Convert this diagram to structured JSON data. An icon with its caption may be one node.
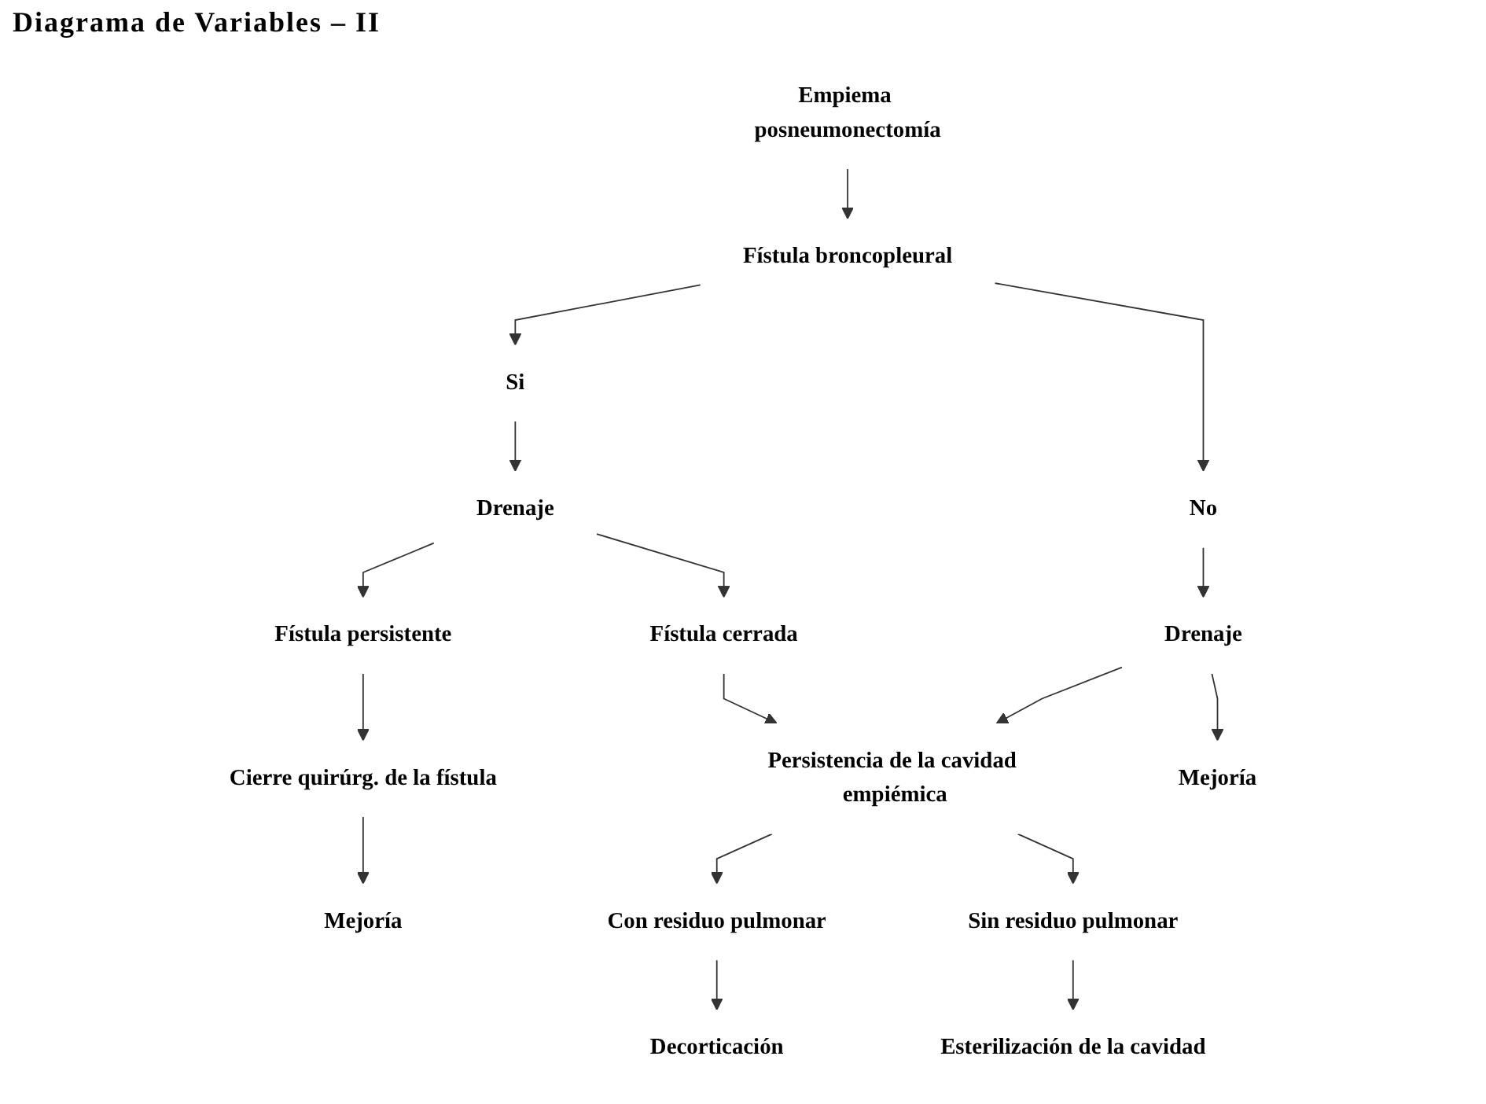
{
  "diagram": {
    "title": "Diagrama de Variables – II",
    "nodes": [
      {
        "text": [
          "Empiema posneumonectomía"
        ]
      },
      {
        "text": [
          "Fístula broncopleural"
        ]
      },
      {
        "text": [
          "Si"
        ]
      },
      {
        "text": [
          "No"
        ]
      },
      {
        "text": [
          "Drenaje"
        ]
      },
      {
        "text": [
          "Drenaje"
        ]
      },
      {
        "text": [
          "Fístula persistente"
        ]
      },
      {
        "text": [
          "Fístula cerrada"
        ]
      },
      {
        "text": [
          "Cierre quirúrg. de la fístula"
        ]
      },
      {
        "text": [
          "Persistencia de la cavidad empiémica"
        ]
      },
      {
        "text": [
          "Mejoría"
        ]
      },
      {
        "text": [
          "Con residuo pulmonar"
        ]
      },
      {
        "text": [
          "Sin residuo pulmonar"
        ]
      },
      {
        "text": [
          "Mejoría"
        ]
      },
      {
        "text": [
          "Decorticación"
        ]
      },
      {
        "text": [
          "Esterilización de la cavidad"
        ]
      }
    ],
    "edges": [
      {
        "from": 0,
        "to": 1,
        "arrow": "to"
      },
      {
        "from": 1,
        "to": 2,
        "arrow": "to"
      },
      {
        "from": 1,
        "to": 3,
        "arrow": "to"
      },
      {
        "from": 2,
        "to": 4,
        "arrow": "to"
      },
      {
        "from": 3,
        "to": 5,
        "arrow": "to"
      },
      {
        "from": 4,
        "to": 6,
        "arrow": "to"
      },
      {
        "from": 4,
        "to": 7,
        "arrow": "to"
      },
      {
        "from": 6,
        "to": 8,
        "arrow": "to"
      },
      {
        "from": 7,
        "to": 9,
        "arrow": "to"
      },
      {
        "from": 5,
        "to": 9,
        "arrow": "to"
      },
      {
        "from": 8,
        "to": 10,
        "arrow": "to"
      },
      {
        "from": 9,
        "to": 11,
        "arrow": "to"
      },
      {
        "from": 9,
        "to": 12,
        "arrow": "to"
      },
      {
        "from": 5,
        "to": 13,
        "arrow": "to"
      },
      {
        "from": 11,
        "to": 14,
        "arrow": "to"
      },
      {
        "from": 12,
        "to": 15,
        "arrow": "to"
      }
    ]
  }
}
